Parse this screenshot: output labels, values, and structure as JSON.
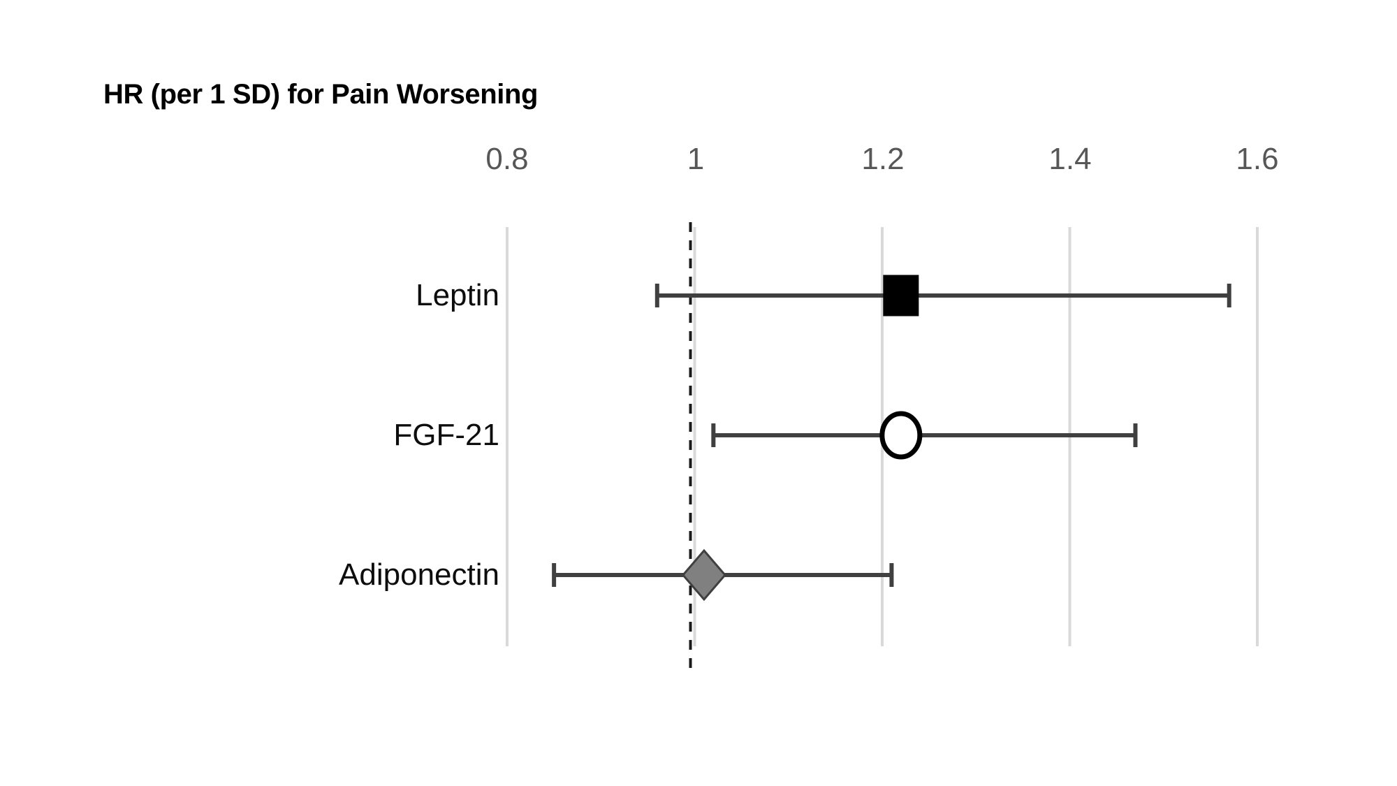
{
  "chart_data": {
    "type": "scatter",
    "subtype": "forest-plot",
    "title": "HR (per 1 SD) for Pain Worsening",
    "xlabel": "",
    "ylabel": "",
    "xlim": [
      0.78,
      1.62
    ],
    "xticks": [
      "0.8",
      "1",
      "1.2",
      "1.4",
      "1.6"
    ],
    "xtick_values": [
      0.8,
      1.0,
      1.2,
      1.4,
      1.6
    ],
    "grid": "vertical",
    "legend": "none",
    "reference_line": {
      "value": 1,
      "style": "dashed",
      "color": "#1a1a1a"
    },
    "categories": [
      "Leptin",
      "FGF-21",
      "Adiponectin"
    ],
    "series": [
      {
        "name": "Leptin",
        "estimate": 1.22,
        "ci_low": 0.96,
        "ci_high": 1.57,
        "marker": "square",
        "marker_fill": "#000000",
        "marker_edge": "#000000"
      },
      {
        "name": "FGF-21",
        "estimate": 1.22,
        "ci_low": 1.02,
        "ci_high": 1.47,
        "marker": "circle",
        "marker_fill": "#ffffff",
        "marker_edge": "#000000"
      },
      {
        "name": "Adiponectin",
        "estimate": 1.01,
        "ci_low": 0.85,
        "ci_high": 1.21,
        "marker": "diamond",
        "marker_fill": "#808080",
        "marker_edge": "#3f3f3f"
      }
    ],
    "colors": {
      "gridline": "#d9d9d9",
      "whisker": "#404040",
      "tick_text": "#575757",
      "label_text": "#0d0d0d",
      "background": "#ffffff"
    }
  }
}
